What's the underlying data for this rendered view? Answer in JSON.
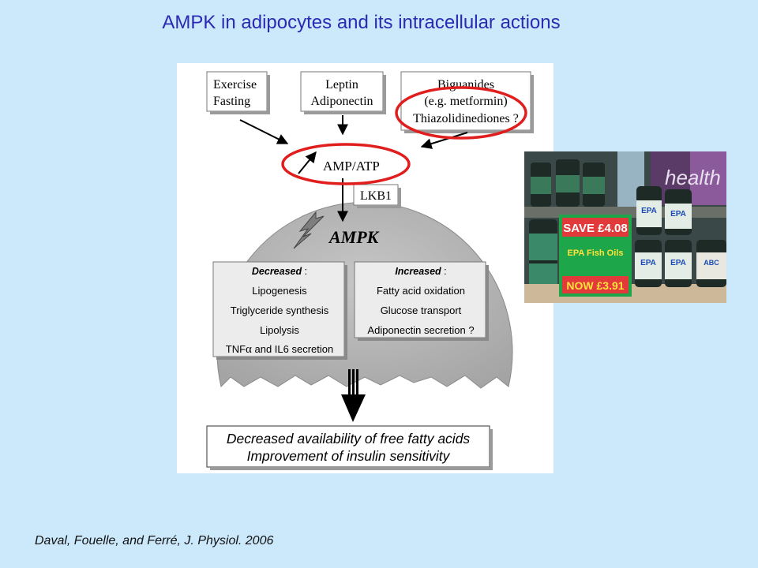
{
  "slide": {
    "title": "AMPK in adipocytes and its intracellular actions",
    "citation": "Daval, Fouelle, and Ferré, J. Physiol. 2006"
  },
  "diagram": {
    "inputs": [
      [
        "Exercise",
        "Fasting"
      ],
      [
        "Leptin",
        "Adiponectin"
      ],
      [
        "Biguanides",
        "(e.g. metformin)",
        "Thiazolidinediones ?"
      ]
    ],
    "energy_ratio_label": "AMP/ATP",
    "kinase_label": "LKB1",
    "ampk_label": "AMPK",
    "decreased": {
      "heading": "Decreased",
      "colon": " :",
      "items": [
        "Lipogenesis",
        "Triglyceride synthesis",
        "Lipolysis"
      ],
      "tnf_prefix": "TNF",
      "tnf_symbol": "α",
      "tnf_suffix": " and IL6 secretion"
    },
    "increased": {
      "heading": "Increased",
      "colon": " :",
      "items": [
        "Fatty acid oxidation",
        "Glucose transport",
        "Adiponectin secretion ?"
      ]
    },
    "outcomes": [
      "Decreased availability of free fatty acids",
      "Improvement of insulin sensitivity"
    ],
    "highlight_color": "#e01e1e"
  },
  "photo": {
    "sign": {
      "top_line": "SAVE £4.08",
      "middle_line": "EPA Fish Oils",
      "bottom_line": "NOW £3.91"
    },
    "bottle_label": "EPA",
    "bottle_label_alt": "ABC",
    "magazine_text": "health"
  }
}
